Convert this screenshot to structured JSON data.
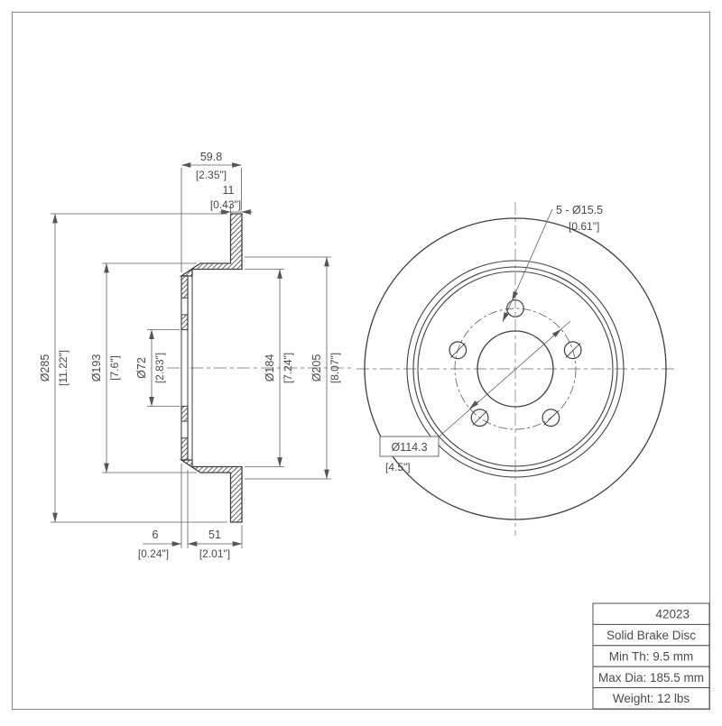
{
  "drawing": {
    "type": "technical-drawing",
    "views": [
      "section-view",
      "front-view"
    ]
  },
  "section_view": {
    "dims": {
      "overall_width": {
        "value": "59.8",
        "inches": "[2.35\"]"
      },
      "disc_thickness": {
        "value": "11",
        "inches": "[0.43\"]"
      },
      "outer_diameter": {
        "value": "Ø285",
        "inches": "[11.22\"]"
      },
      "flange_diameter": {
        "value": "Ø193",
        "inches": "[7.6\"]"
      },
      "bore_diameter": {
        "value": "Ø72",
        "inches": "[2.83\"]"
      },
      "inner_diameter": {
        "value": "Ø184",
        "inches": "[7.24\"]"
      },
      "step_diameter": {
        "value": "Ø205",
        "inches": "[8.07\"]"
      },
      "face_thickness": {
        "value": "6",
        "inches": "[0.24\"]"
      },
      "hat_depth": {
        "value": "51",
        "inches": "[2.01\"]"
      }
    }
  },
  "front_view": {
    "bolt_holes": {
      "value": "5 - Ø15.5",
      "inches": "[0.61\"]"
    },
    "bolt_circle": {
      "value": "Ø114.3",
      "inches": "[4.5\"]"
    }
  },
  "title_block": {
    "part_number": "42023",
    "description": "Solid Brake Disc",
    "min_thickness": "Min Th: 9.5 mm",
    "max_diameter": "Max Dia: 185.5 mm",
    "weight": "Weight: 12 lbs"
  },
  "colors": {
    "outline": "#3f3f3f",
    "thin_line": "#5f5f5f",
    "centerline": "#8f8f8f",
    "text": "#4a4a4a",
    "background": "#ffffff"
  }
}
